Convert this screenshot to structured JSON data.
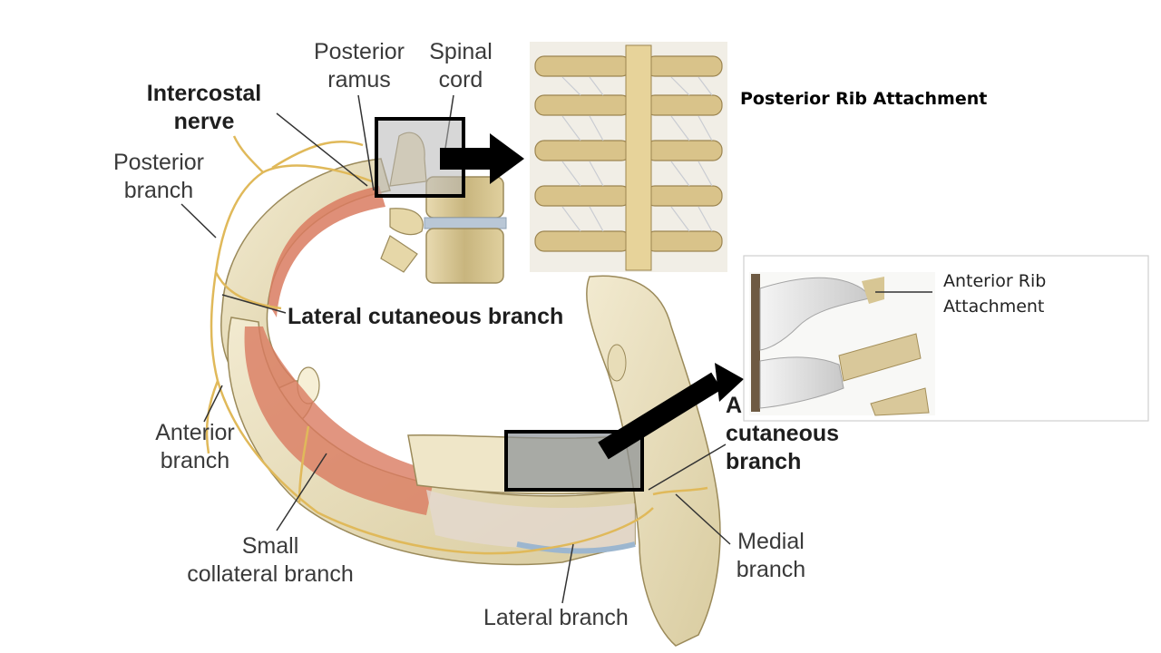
{
  "labels": {
    "posterior_ramus": [
      "Posterior",
      "ramus"
    ],
    "spinal_cord": [
      "Spinal",
      "cord"
    ],
    "intercostal_nerve": [
      "Intercostal",
      "nerve"
    ],
    "posterior_branch": [
      "Posterior",
      "branch"
    ],
    "lateral_cutaneous_branch": "Lateral cutaneous branch",
    "anterior_branch": [
      "Anterior",
      "branch"
    ],
    "small_collateral_branch": [
      "Small",
      "collateral branch"
    ],
    "anterior_cutaneous_branch": [
      "A",
      "cutaneous",
      "branch"
    ],
    "medial_branch": [
      "Medial",
      "branch"
    ],
    "lateral_branch": "Lateral branch"
  },
  "insets": {
    "posterior_title": "Posterior Rib Attachment",
    "anterior_title": [
      "Anterior Rib",
      "Attachment"
    ]
  }
}
